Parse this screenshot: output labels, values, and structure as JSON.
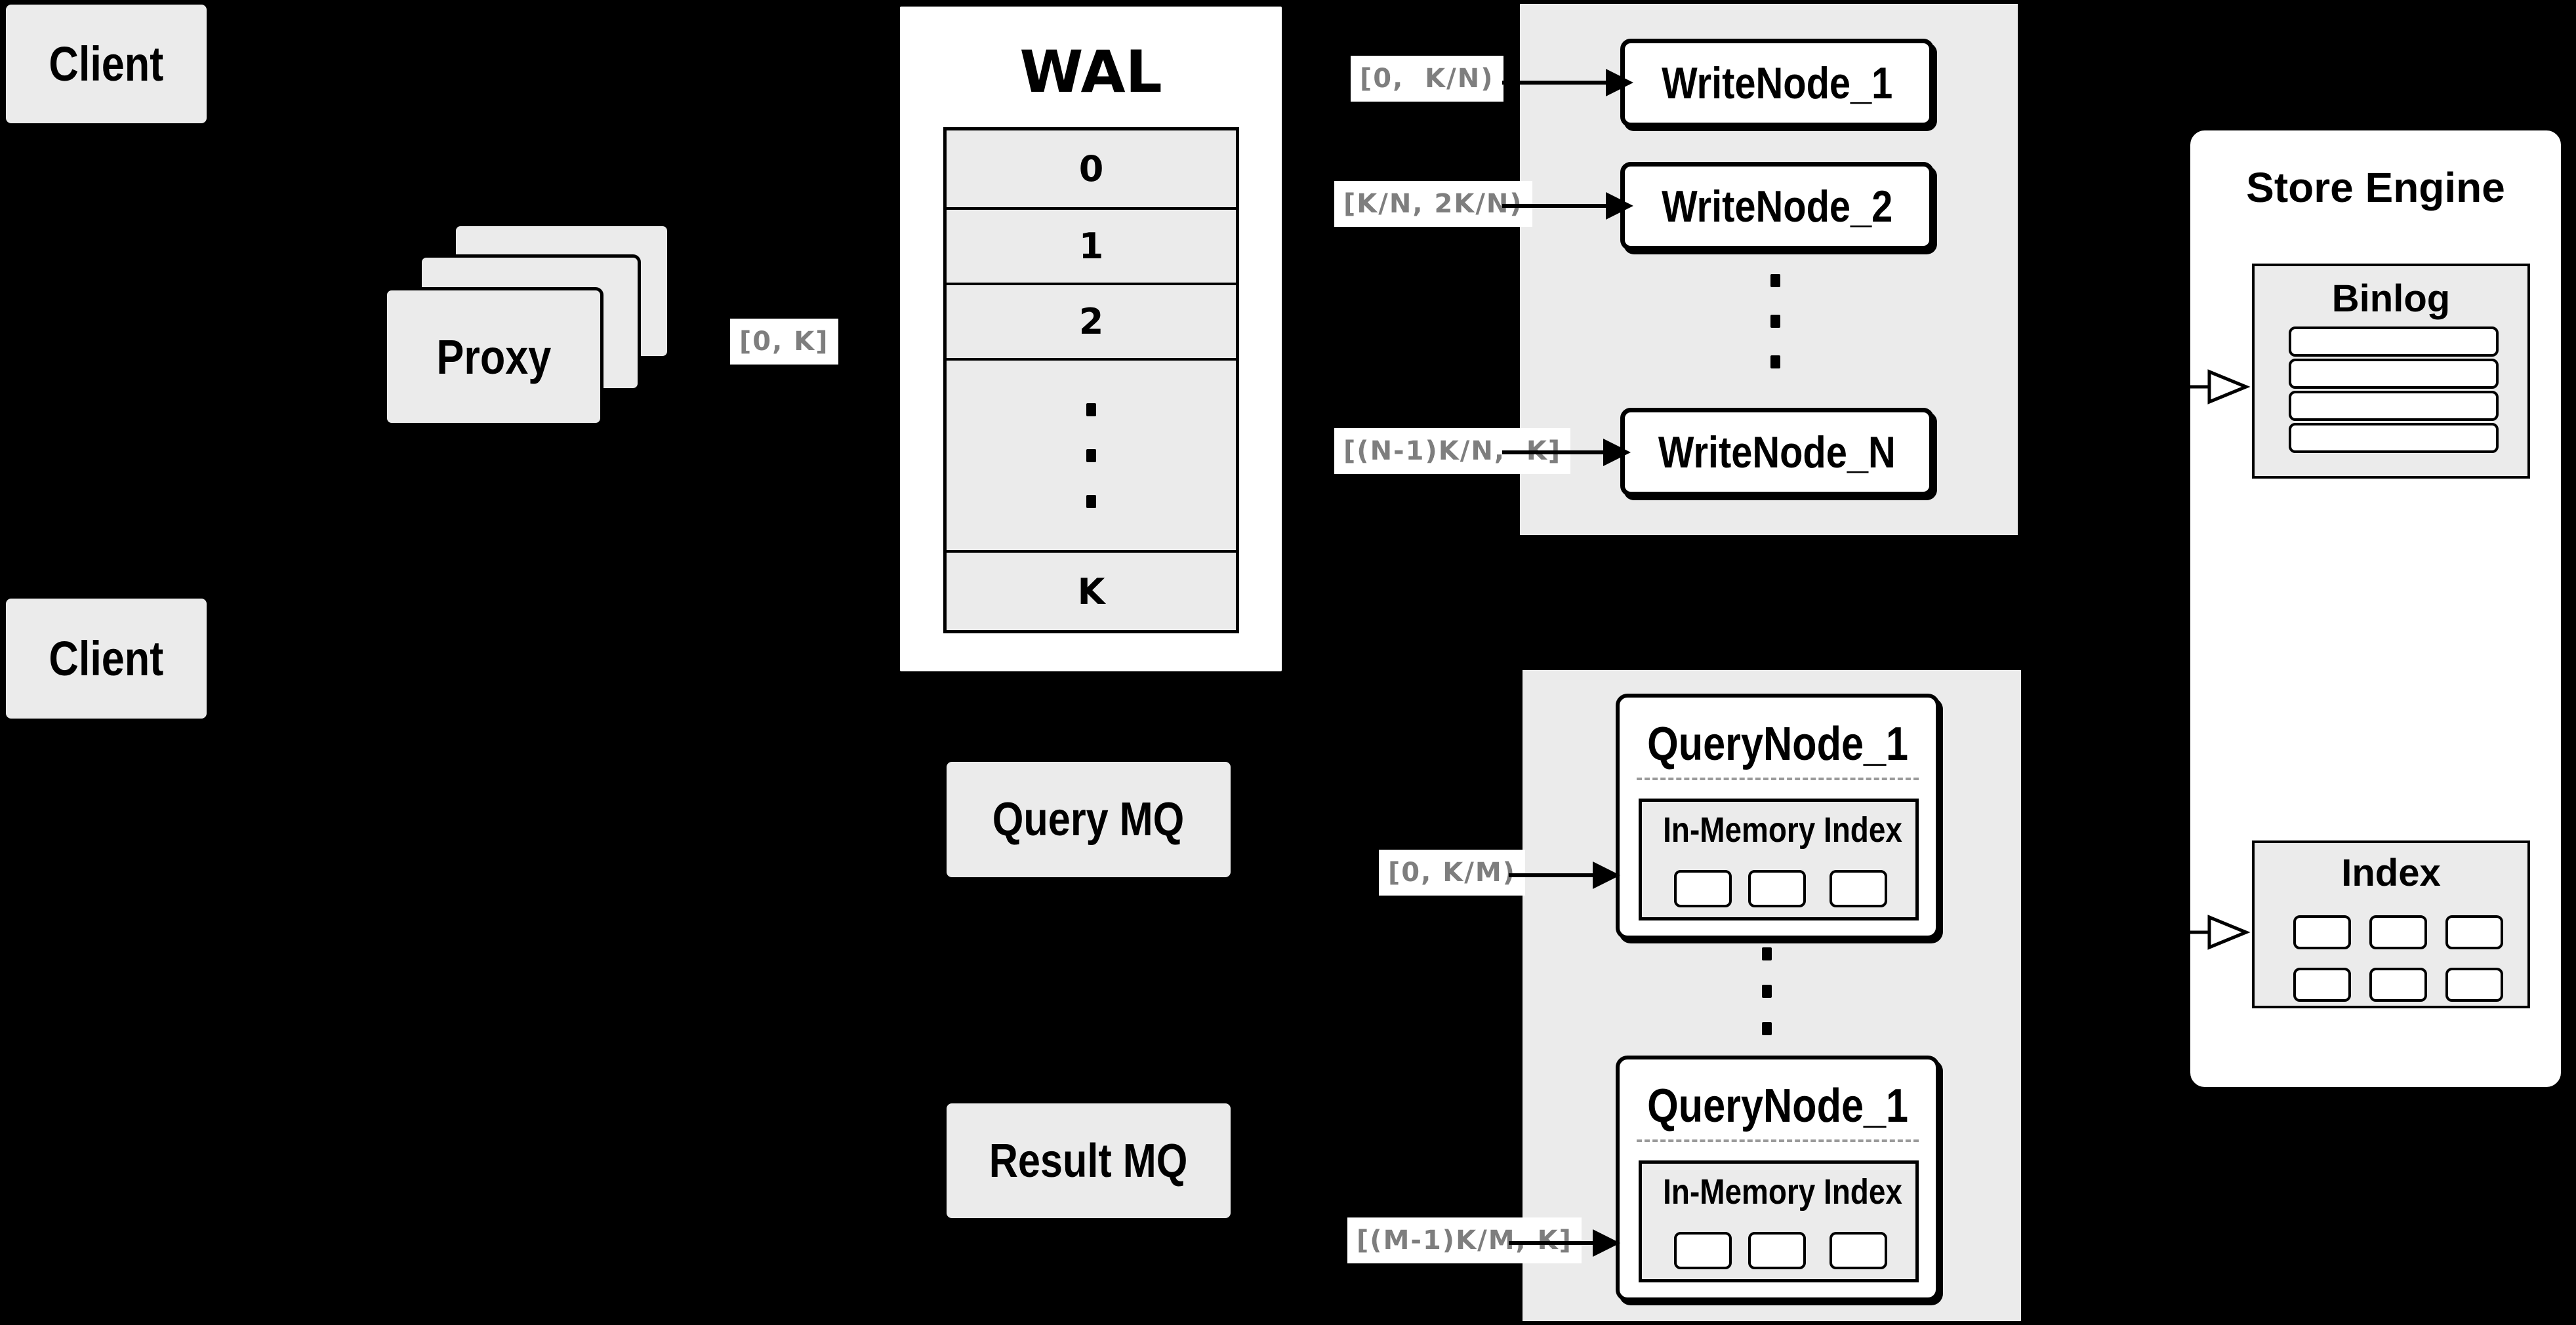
{
  "clients": [
    {
      "label": "Client"
    },
    {
      "label": "Client"
    }
  ],
  "proxy": {
    "label": "Proxy",
    "range": "[0, K]"
  },
  "wal": {
    "title": "WAL",
    "slots": [
      "0",
      "1",
      "2"
    ],
    "last_slot": "K"
  },
  "write": {
    "nodes": [
      "WriteNode_1",
      "WriteNode_2",
      "WriteNode_N"
    ],
    "ranges": [
      "[0,  K/N)",
      "[K/N, 2K/N)",
      "[(N-1)K/N,  K]"
    ]
  },
  "query": {
    "mq_label": "Query MQ",
    "result_mq_label": "Result MQ",
    "nodes": [
      {
        "title": "QueryNode_1",
        "memory_label": "In-Memory Index"
      },
      {
        "title": "QueryNode_1",
        "memory_label": "In-Memory Index"
      }
    ],
    "ranges": [
      "[0, K/M)",
      "[(M-1)K/M, K]"
    ]
  },
  "store": {
    "title": "Store Engine",
    "binlog_label": "Binlog",
    "index_label": "Index"
  },
  "colors": {
    "background": "#000000",
    "panel_gray": "#ebebeb",
    "box_white": "#ffffff",
    "stroke_black": "#000000",
    "label_text_gray": "#7e7e7e"
  }
}
